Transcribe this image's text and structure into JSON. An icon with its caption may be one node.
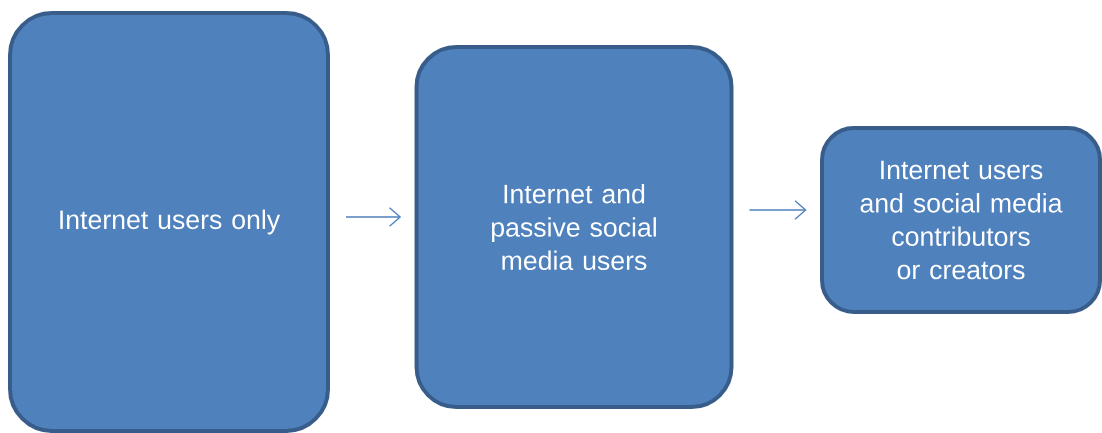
{
  "diagram": {
    "nodes": [
      {
        "text": [
          "Internet users only"
        ]
      },
      {
        "text": [
          "Internet and passive social media users"
        ]
      },
      {
        "text": [
          "Internet users and social media contributors or creators"
        ]
      }
    ],
    "edges": [
      {
        "from": 0,
        "to": 1,
        "arrow": "to"
      },
      {
        "from": 1,
        "to": 2,
        "arrow": "to"
      }
    ]
  }
}
